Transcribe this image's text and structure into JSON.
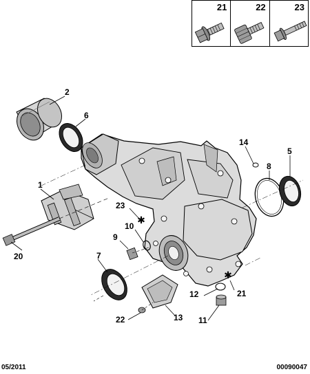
{
  "legend": [
    {
      "number": "21",
      "icon": "flange-bolt-icon"
    },
    {
      "number": "22",
      "icon": "hex-bolt-icon"
    },
    {
      "number": "23",
      "icon": "long-bolt-icon"
    }
  ],
  "callouts": {
    "c1": "1",
    "c2": "2",
    "c5": "5",
    "c6": "6",
    "c7": "7",
    "c8": "8",
    "c9": "9",
    "c10": "10",
    "c11": "11",
    "c12": "12",
    "c13": "13",
    "c14": "14",
    "c20": "20",
    "c21": "21",
    "c22": "22",
    "c23": "23"
  },
  "footer": {
    "date": "05/2011",
    "reference": "00090047"
  }
}
